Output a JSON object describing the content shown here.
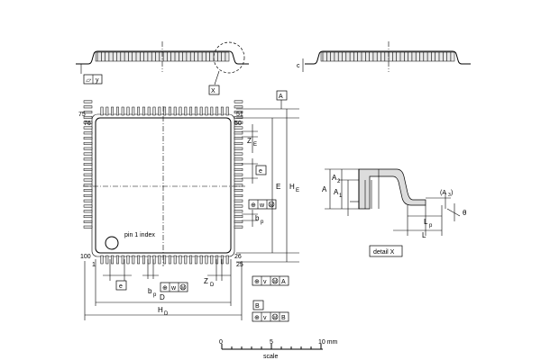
{
  "labels": {
    "detail_marker": "X",
    "datum_a": "A",
    "datum_b": "B",
    "pin_75": "75",
    "pin_51": "51",
    "pin_76": "76",
    "pin_50": "50",
    "pin_100": "100",
    "pin_1": "1",
    "pin_25": "25",
    "pin_26": "26",
    "pin1_index": "pin 1 index",
    "ze": "Z",
    "ze_sub": "E",
    "zd": "Z",
    "zd_sub": "D",
    "he": "H",
    "he_sub": "E",
    "hd": "H",
    "hd_sub": "D",
    "e_dim": "E",
    "d_dim": "D",
    "pitch_e": "e",
    "pitch_e_bottom": "e",
    "bp": "b",
    "bp_sub": "p",
    "bp2": "b",
    "bp2_sub": "p",
    "w": "w",
    "v": "v",
    "v2": "v",
    "y": "y",
    "c": "c",
    "A": "A",
    "A1": "A",
    "A1_sub": "1",
    "A2": "A",
    "A2_sub": "2",
    "A3": "(A",
    "A3_sub": "3",
    "A3_close": ")",
    "Lp": "L",
    "Lp_sub": "p",
    "L": "L",
    "theta": "θ",
    "detail_x": "detail X"
  },
  "scale_bar": {
    "ticks": [
      "0",
      "5",
      "10 mm"
    ],
    "caption": "scale"
  }
}
